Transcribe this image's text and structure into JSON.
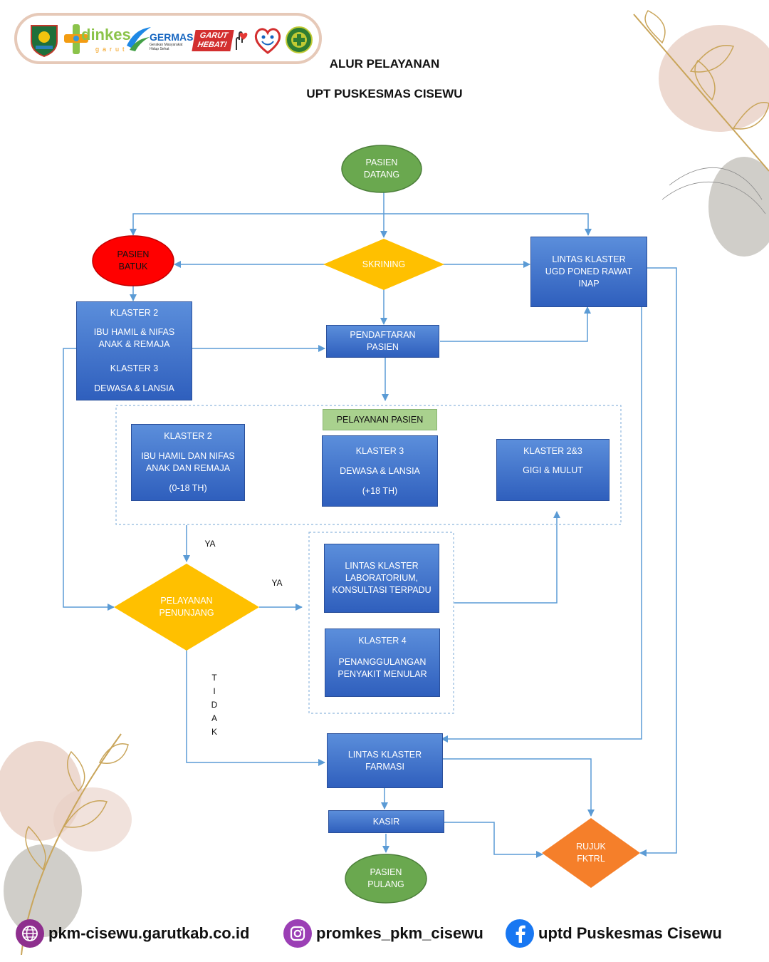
{
  "header": {
    "title": "ALUR PELAYANAN",
    "subtitle": "UPT PUSKESMAS CISEWU",
    "logos": {
      "dinkes": "dinkes",
      "dinkes_sub": "garut",
      "germas": "GERMAS",
      "germas_sub": "Gerakan Masyarakat Hidup Sehat",
      "garut_hebat_1": "GARUT",
      "garut_hebat_2": "HEBAT!"
    }
  },
  "nodes": {
    "pasien_datang": [
      "PASIEN",
      "DATANG"
    ],
    "skrining": "SKRINING",
    "pasien_batuk": [
      "PASIEN",
      "BATUK"
    ],
    "lintas_ugd": [
      "LINTAS KLASTER",
      "UGD PONED RAWAT",
      "INAP"
    ],
    "klaster_left": {
      "k2": "KLASTER 2",
      "k2_desc": [
        "IBU HAMIL & NIFAS",
        "ANAK & REMAJA"
      ],
      "k3": "KLASTER 3",
      "k3_desc": "DEWASA & LANSIA"
    },
    "pendaftaran": [
      "PENDAFTARAN",
      "PASIEN"
    ],
    "pelayanan_pasien": "PELAYANAN PASIEN",
    "pp_k2": {
      "title": "KLASTER 2",
      "desc": [
        "IBU HAMIL DAN NIFAS",
        "ANAK DAN REMAJA"
      ],
      "age": "(0-18 TH)"
    },
    "pp_k3": {
      "title": "KLASTER 3",
      "desc": "DEWASA & LANSIA",
      "age": "(+18 TH)"
    },
    "pp_k23": {
      "title": "KLASTER 2&3",
      "desc": "GIGI & MULUT"
    },
    "pelayanan_penunjang": [
      "PELAYANAN",
      "PENUNJANG"
    ],
    "lintas_lab": [
      "LINTAS KLASTER",
      "LABORATORIUM,",
      "KONSULTASI TERPADU"
    ],
    "klaster4": {
      "title": "KLASTER 4",
      "desc": [
        "PENANGGULANGAN",
        "PENYAKIT MENULAR"
      ]
    },
    "lintas_farmasi": [
      "LINTAS KLASTER",
      "FARMASI"
    ],
    "kasir": "KASIR",
    "pasien_pulang": [
      "PASIEN",
      "PULANG"
    ],
    "rujuk": [
      "RUJUK",
      "FKTRL"
    ]
  },
  "labels": {
    "ya_1": "YA",
    "ya_2": "YA",
    "tidak": [
      "T",
      "I",
      "D",
      "A",
      "K"
    ]
  },
  "footer": {
    "website": "pkm-cisewu.garutkab.co.id",
    "instagram": "promkes_pkm_cisewu",
    "facebook": "uptd Puskesmas Cisewu"
  },
  "colors": {
    "blue": "#3a6fcb",
    "green": "#6aa84f",
    "yellow": "#ffc000",
    "red": "#ff0000",
    "orange": "#f57f2a",
    "arrow": "#5b9bd5",
    "header_green": "#a9d18e"
  },
  "icons": [
    "globe-icon",
    "instagram-icon",
    "facebook-icon",
    "leaf-decoration"
  ]
}
